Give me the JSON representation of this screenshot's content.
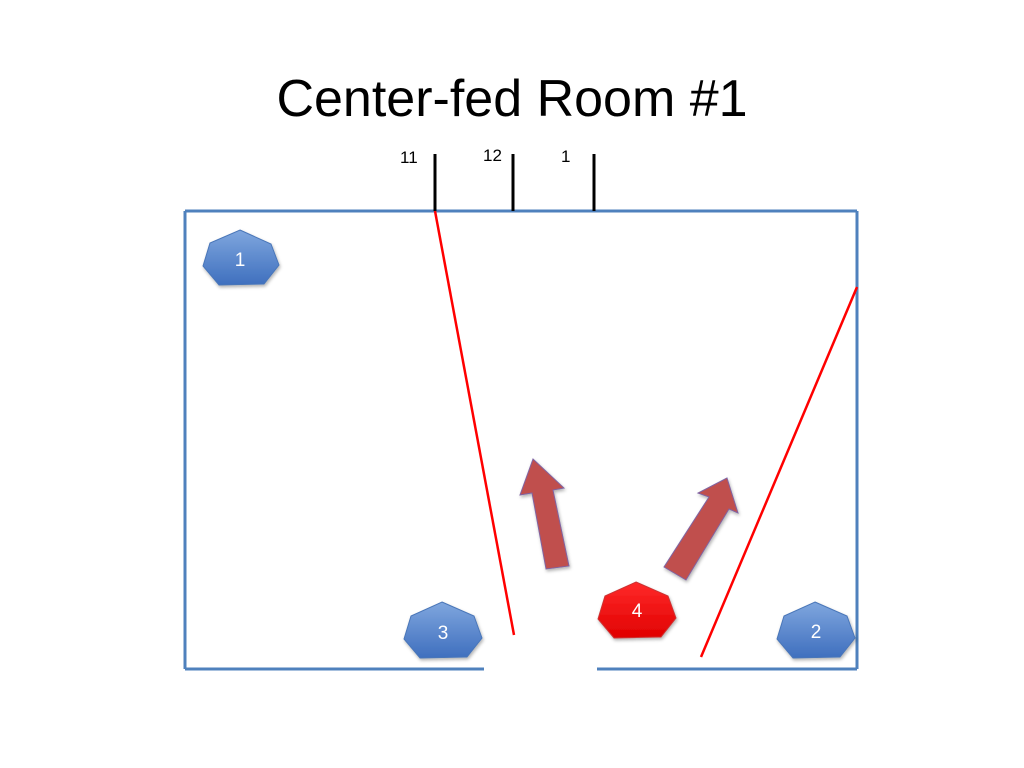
{
  "slide": {
    "title": "Center-fed Room #1"
  },
  "clock_labels": [
    "11",
    "12",
    "1"
  ],
  "markers": [
    {
      "label": "1",
      "color": "#4f81bd"
    },
    {
      "label": "2",
      "color": "#4f81bd"
    },
    {
      "label": "3",
      "color": "#4f81bd"
    },
    {
      "label": "4",
      "color": "#ff0000"
    }
  ],
  "colors": {
    "wall": "#4f81bd",
    "sector_line": "#ff0000",
    "arrow": "#c0504d",
    "marker_blue": "#4f81bd",
    "marker_red": "#ff0000",
    "clock_tick": "#000000"
  }
}
